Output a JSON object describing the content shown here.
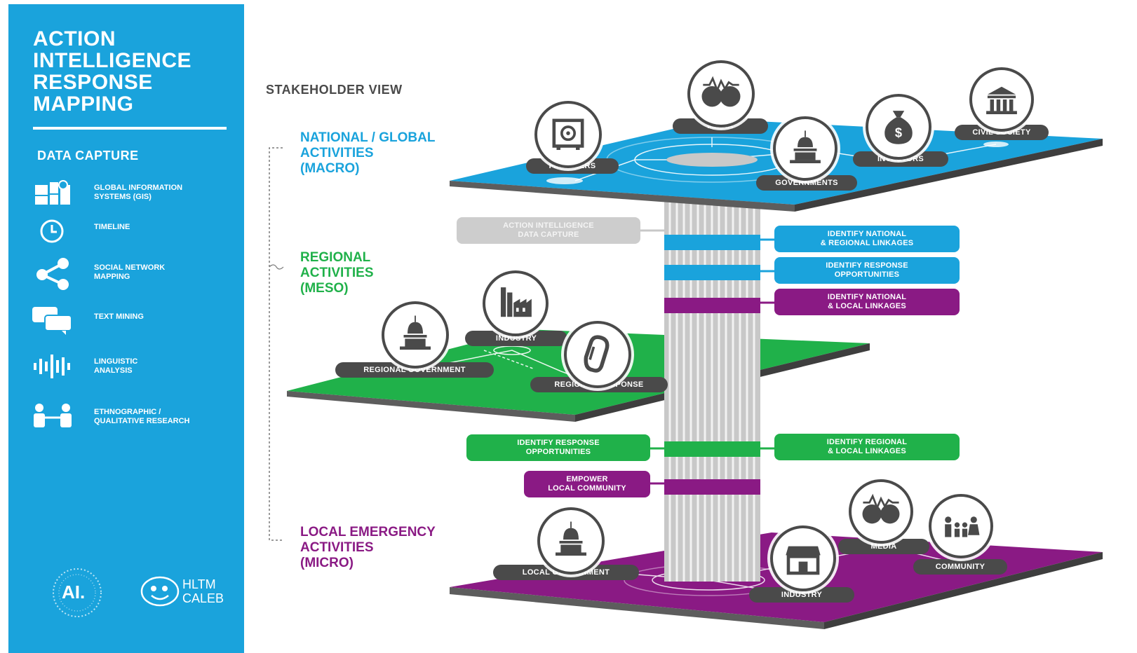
{
  "sidebar": {
    "title_lines": [
      "ACTION",
      "INTELLIGENCE",
      "RESPONSE",
      "MAPPING"
    ],
    "subtitle": "DATA CAPTURE",
    "items": [
      {
        "label": "GLOBAL INFORMATION\nSYSTEMS (GIS)",
        "icon": "gis-icon"
      },
      {
        "label": "TIMELINE",
        "icon": "clock-icon"
      },
      {
        "label": "SOCIAL NETWORK\nMAPPING",
        "icon": "share-icon"
      },
      {
        "label": "TEXT MINING",
        "icon": "chat-icon"
      },
      {
        "label": "LINGUISTIC\nANALYSIS",
        "icon": "soundwave-icon"
      },
      {
        "label": "ETHNOGRAPHIC /\nQUALITATIVE RESEARCH",
        "icon": "people-icon"
      }
    ],
    "logos": {
      "ai": "AI.",
      "partner_line1": "HLTM",
      "partner_line2": "CALEB"
    }
  },
  "diagram": {
    "view_title": "STAKEHOLDER VIEW",
    "levels": [
      {
        "label": "NATIONAL / GLOBAL\nACTIVITIES\n(MACRO)",
        "color": "#1aa3dc"
      },
      {
        "label": "REGIONAL\nACTIVITIES\n(MESO)",
        "color": "#20b14a"
      },
      {
        "label": "LOCAL EMERGENCY\nACTIVITIES\n(MICRO)",
        "color": "#8a1a84"
      }
    ],
    "macro_labels": {
      "media": "MEDIA",
      "civil_society": "CIVIL SOCIETY",
      "financers": "FINANCERS",
      "investors": "INVESTORS",
      "governments": "GOVERNMENTS"
    },
    "meso_labels": {
      "industry": "INDUSTRY",
      "regional_government": "REGIONAL GOVERNMENT",
      "regional_response": "REGIONAL RESPONSE"
    },
    "micro_labels": {
      "media": "MEDIA",
      "community": "COMMUNITY",
      "local_government": "LOCAL GOVERNMENT",
      "industry": "INDUSTRY"
    },
    "tags": {
      "data_capture": "ACTION INTELLIGENCE\nDATA CAPTURE",
      "national_regional": "IDENTIFY NATIONAL\n& REGIONAL LINKAGES",
      "response_opps_top": "IDENTIFY RESPONSE\nOPPORTUNITIES",
      "national_local": "IDENTIFY NATIONAL\n& LOCAL LINKAGES",
      "response_opps_mid": "IDENTIFY RESPONSE\nOPPORTUNITIES",
      "regional_local": "IDENTIFY REGIONAL\n& LOCAL LINKAGES",
      "empower": "EMPOWER\nLOCAL COMMUNITY"
    },
    "colors": {
      "blue": "#1aa3dc",
      "green": "#20b14a",
      "purple": "#8a1a84",
      "dark": "#4a4a4a",
      "grey": "#c8c8c8"
    }
  }
}
